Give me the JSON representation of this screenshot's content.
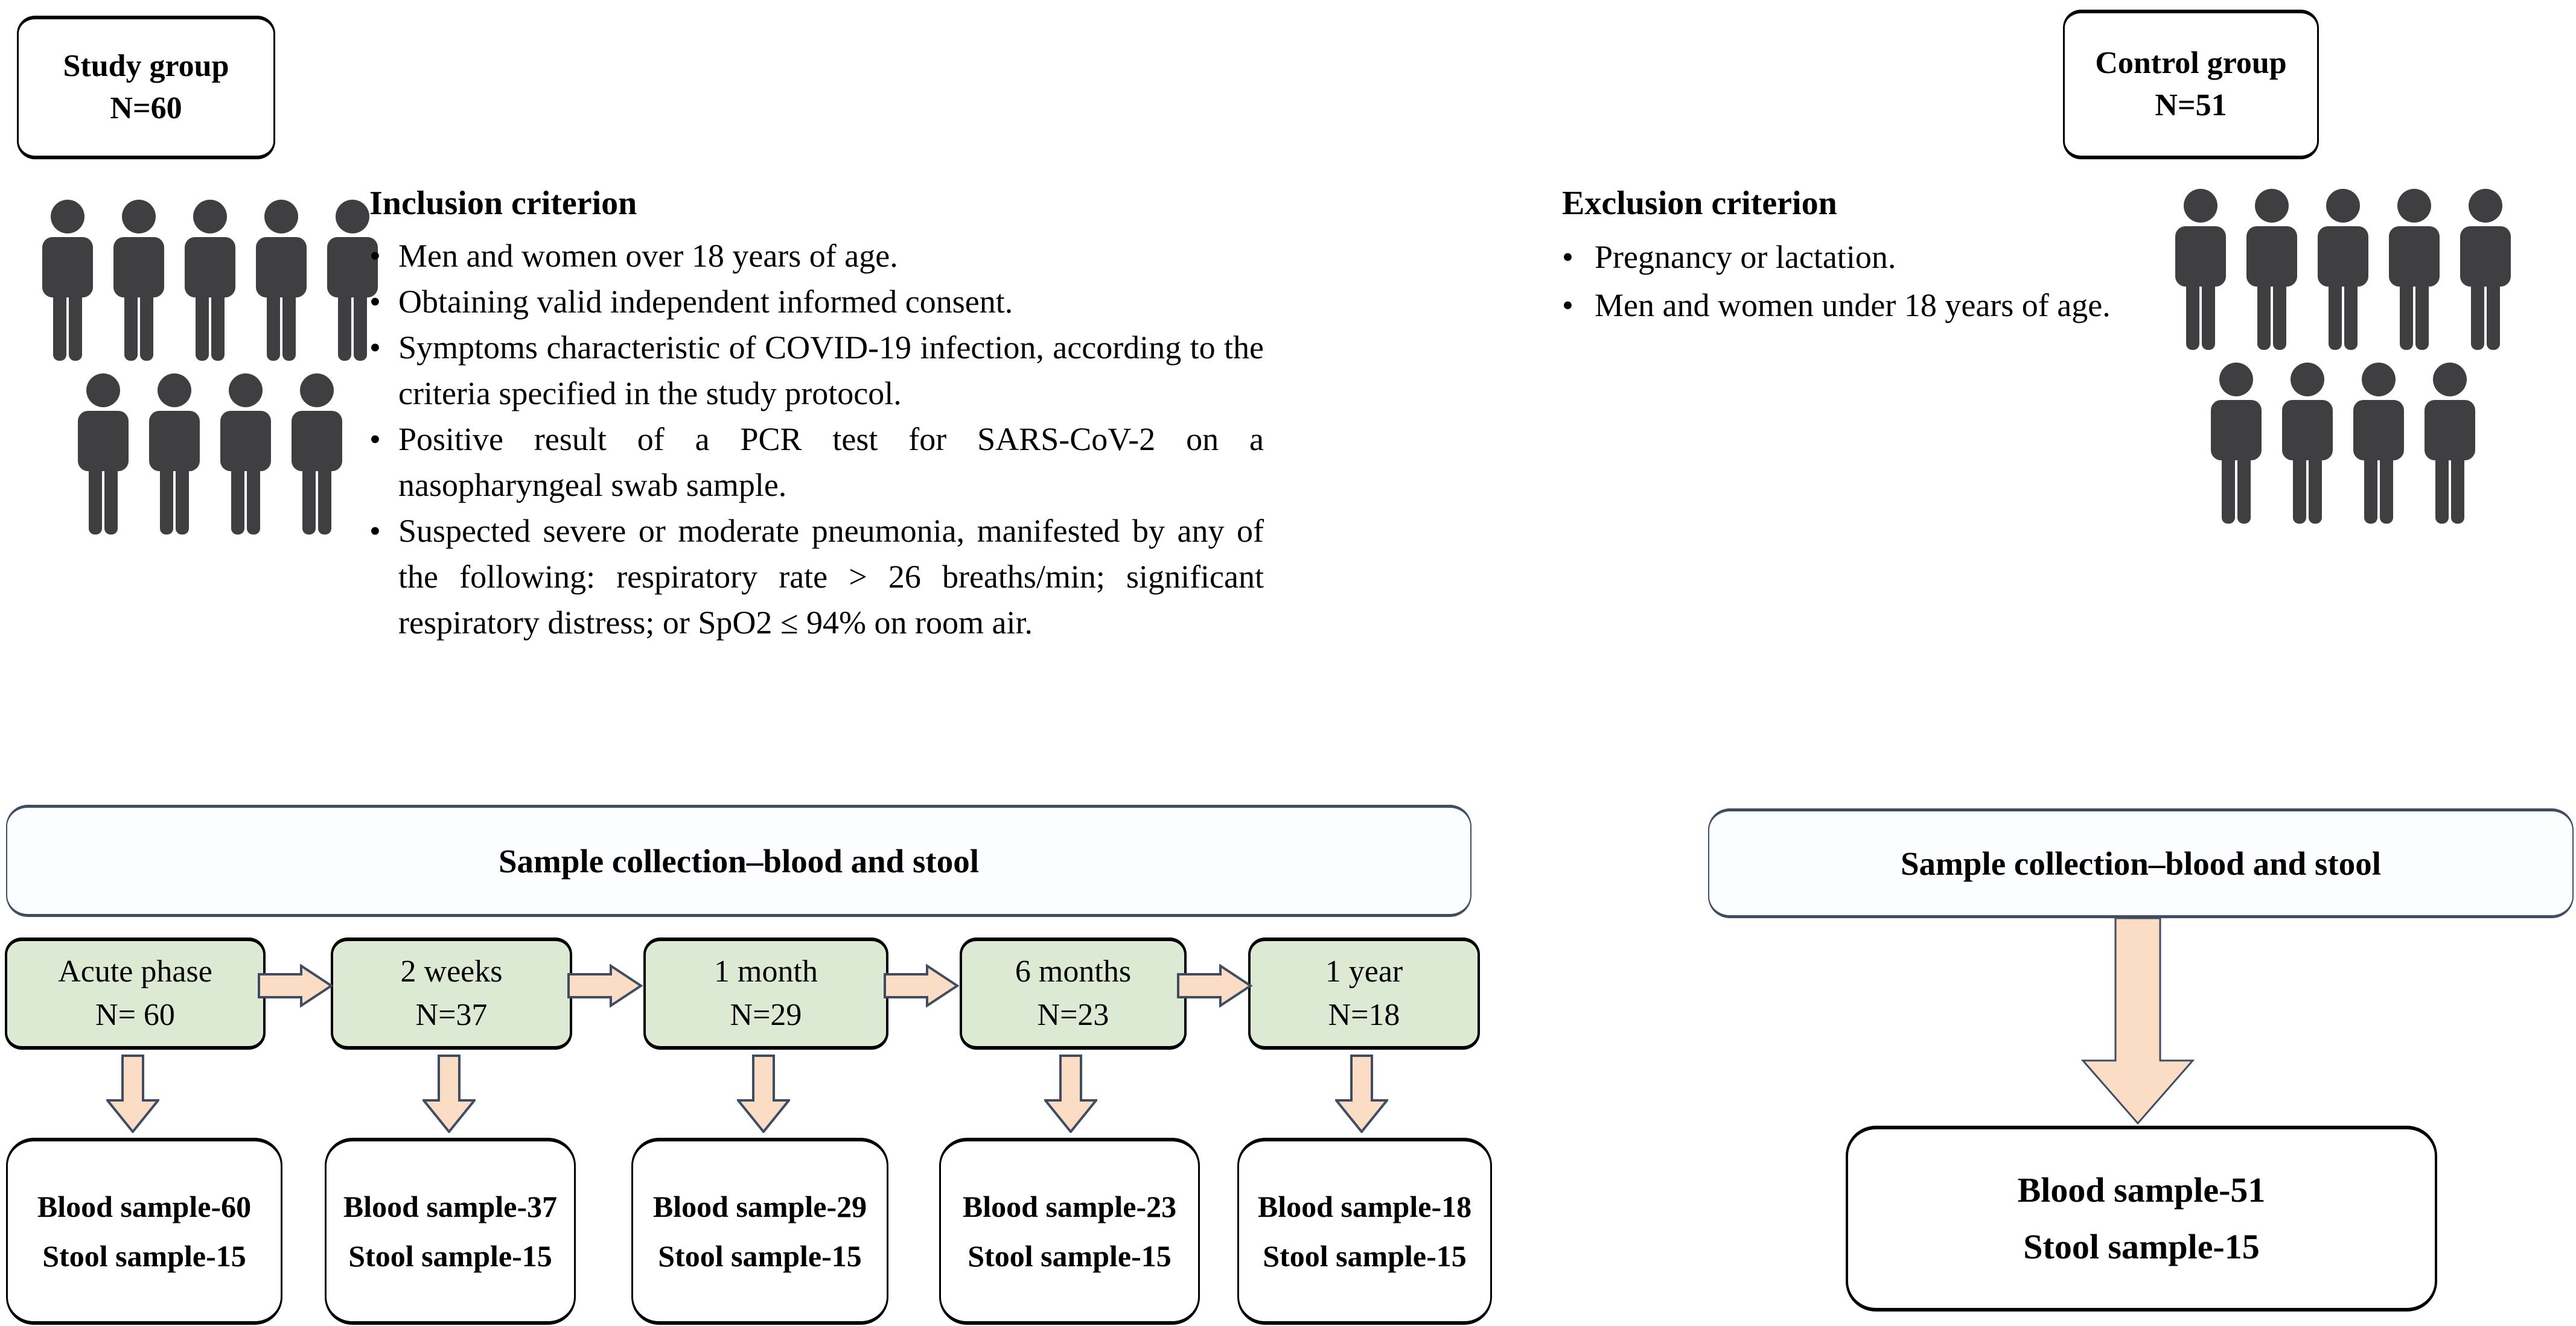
{
  "ui": {
    "bullet_char": "•"
  },
  "colors": {
    "accent_border": "#3f4d63",
    "arrow_fill": "#fbdcc4",
    "stage_fill": "#dcead4",
    "person_icon": "#3f3f41",
    "box_border": "#000000"
  },
  "study_group": {
    "title": "Study group",
    "n": "N=60"
  },
  "control_group": {
    "title": "Control group",
    "n": "N=51"
  },
  "inclusion": {
    "heading": "Inclusion criterion",
    "bullets": [
      "Men and women over 18 years of age.",
      "Obtaining valid independent informed consent.",
      "Symptoms characteristic of COVID-19 infection, according to the criteria specified in the study protocol.",
      "Positive result of a PCR test for SARS-CoV-2 on a nasopharyngeal swab sample.",
      "Suspected severe or moderate pneumonia, manifested by any of the following: respiratory rate > 26 breaths/min; significant respiratory distress; or SpO2 ≤ 94% on room air."
    ]
  },
  "exclusion": {
    "heading": "Exclusion criterion",
    "bullets": [
      "Pregnancy or lactation.",
      "Men and women under 18 years of age."
    ]
  },
  "left_flow": {
    "title": "Sample collection–blood and stool",
    "stages": [
      {
        "label": "Acute phase",
        "n": "N= 60"
      },
      {
        "label": "2 weeks",
        "n": "N=37"
      },
      {
        "label": "1 month",
        "n": "N=29"
      },
      {
        "label": "6 months",
        "n": "N=23"
      },
      {
        "label": "1 year",
        "n": "N=18"
      }
    ],
    "samples": [
      {
        "blood": "Blood sample-60",
        "stool": "Stool sample-15"
      },
      {
        "blood": "Blood sample-37",
        "stool": "Stool sample-15"
      },
      {
        "blood": "Blood sample-29",
        "stool": "Stool sample-15"
      },
      {
        "blood": "Blood sample-23",
        "stool": "Stool sample-15"
      },
      {
        "blood": "Blood sample-18",
        "stool": "Stool sample-15"
      }
    ]
  },
  "right_flow": {
    "title": "Sample collection–blood and stool",
    "result": {
      "blood": "Blood sample-51",
      "stool": "Stool sample-15"
    }
  }
}
